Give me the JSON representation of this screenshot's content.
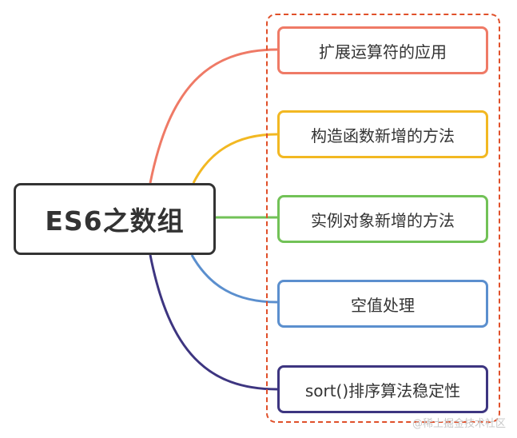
{
  "root": {
    "label": "ES6之数组",
    "color": "#333333"
  },
  "group_frame_color": "#e0502a",
  "branches": [
    {
      "label": "扩展运算符的应用",
      "color": "#ef7a66"
    },
    {
      "label": "构造函数新增的方法",
      "color": "#f2b822"
    },
    {
      "label": "实例对象新增的方法",
      "color": "#72c257"
    },
    {
      "label": "空值处理",
      "color": "#5b8fce"
    },
    {
      "label": "sort()排序算法稳定性",
      "color": "#3d3580"
    }
  ],
  "watermark": "@稀土掘金技术社区"
}
